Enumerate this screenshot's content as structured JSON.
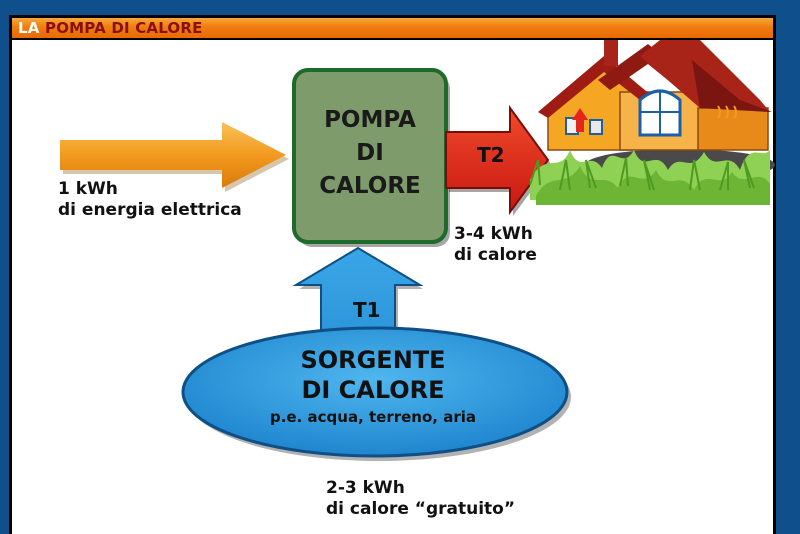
{
  "header": {
    "prefix": "LA",
    "title": "POMPA DI CALORE"
  },
  "colors": {
    "background": "#0f4f8c",
    "header_orange": "#f07c10",
    "pump_green": "#7e9c6b",
    "output_arrow_red": "#e3261b",
    "source_blue": "#2a9de0",
    "input_arrow_orange": "#f29a1f"
  },
  "input": {
    "line1": "1 kWh",
    "line2": "di energia elettrica"
  },
  "pump": {
    "line1": "POMPA",
    "line2": "DI",
    "line3": "CALORE"
  },
  "output": {
    "temp_label": "T2",
    "line1": "3-4 kWh",
    "line2": "di calore"
  },
  "source": {
    "temp_label": "T1",
    "line1": "SORGENTE",
    "line2": "DI CALORE",
    "line3": "p.e. acqua, terreno, aria"
  },
  "free": {
    "line1": "2-3 kWh",
    "line2": "di calore “gratuito”"
  }
}
